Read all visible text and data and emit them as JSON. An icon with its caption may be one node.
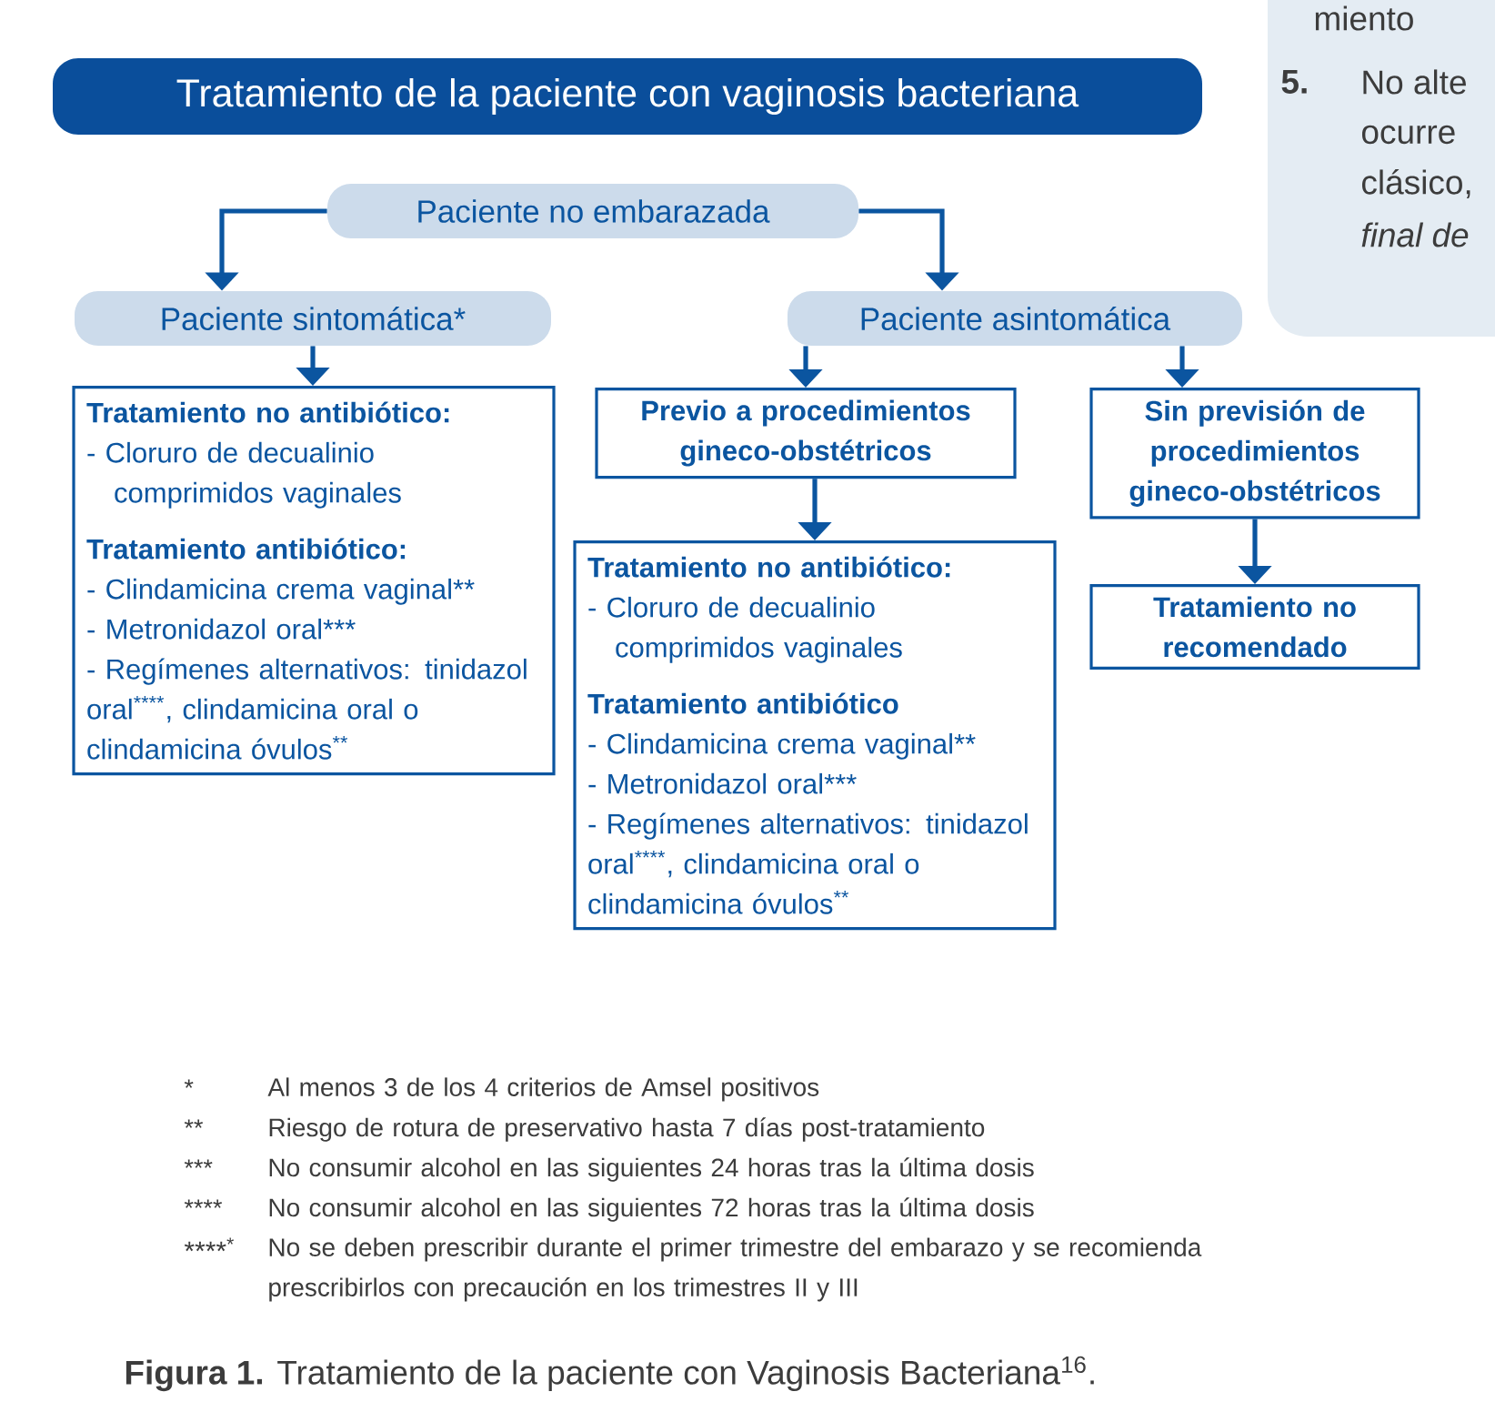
{
  "diagram": {
    "title": "Tratamiento de la paciente con vaginosis bacteriana",
    "caption": "**Figura 1.** Tratamiento de la paciente con Vaginosis Bacteriana$^{16}$.",
    "nodes": [
      {
        "text": [
          "Paciente no embarazada"
        ]
      },
      {
        "text": [
          "Paciente sintomática*"
        ]
      },
      {
        "text": [
          "Paciente asintomática"
        ]
      },
      {
        "text": [
          "Tratamiento no antibiótico:",
          "- Cloruro de decualinio comprimidos vaginales",
          "Tratamiento antibiótico:",
          "- Clindamicina crema vaginal**",
          "- Metronidazol oral***",
          "- Regímenes alternativos: tinidazol oral$^{****}$, clindamicina oral o clindamicina óvulos$^{**}$"
        ]
      },
      {
        "text": [
          "Previo a procedimientos gineco-obstétricos"
        ]
      },
      {
        "text": [
          "Tratamiento no antibiótico:",
          "- Cloruro de decualinio comprimidos vaginales",
          "Tratamiento antibiótico",
          "- Clindamicina crema vaginal**",
          "- Metronidazol oral***",
          "- Regímenes alternativos: tinidazol oral$^{****}$, clindamicina oral o clindamicina óvulos$^{**}$"
        ]
      },
      {
        "text": [
          "Sin previsión de procedimientos gineco-obstétricos"
        ]
      },
      {
        "text": [
          "Tratamiento no recomendado"
        ]
      }
    ],
    "edges": [
      {
        "from": 0,
        "to": 1,
        "arrow": "to"
      },
      {
        "from": 0,
        "to": 2,
        "arrow": "to"
      },
      {
        "from": 1,
        "to": 3,
        "arrow": "to"
      },
      {
        "from": 2,
        "to": 4,
        "arrow": "to"
      },
      {
        "from": 2,
        "to": 6,
        "arrow": "to"
      },
      {
        "from": 4,
        "to": 5,
        "arrow": "to"
      },
      {
        "from": 6,
        "to": 7,
        "arrow": "to"
      }
    ],
    "labels": [
      "miento",
      "5.",
      "No alte",
      "ocurre",
      "clásico,",
      "final de",
      "*",
      "Al menos 3 de los 4 criterios de Amsel positivos",
      "**",
      "Riesgo de rotura de preservativo hasta 7 días post-tratamiento",
      "***",
      "No consumir alcohol en las siguientes 24 horas tras la última dosis",
      "****",
      "No consumir alcohol en las siguientes 72 horas tras la última dosis",
      "****$^{*}$",
      "No se deben prescribir durante el primer trimestre del embarazo y se recomienda prescribirlos con precaución en los trimestres II y III"
    ]
  }
}
